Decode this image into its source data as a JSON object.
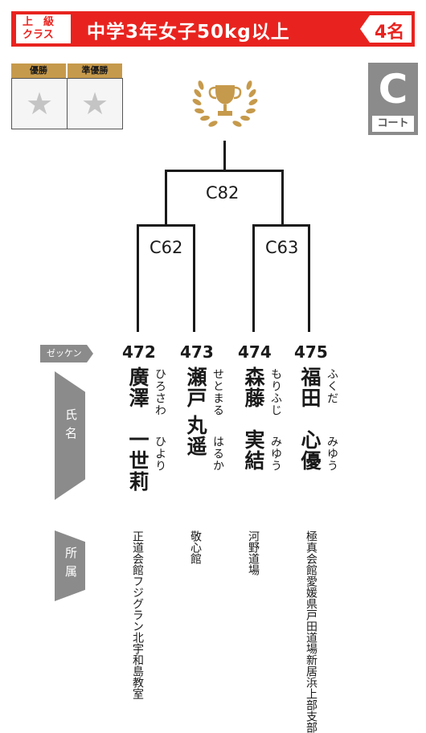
{
  "header": {
    "class_line1": "上　級",
    "class_line2": "クラス",
    "title": "中学3年女子50kg以上",
    "count": "4名"
  },
  "winner_table": {
    "champion_label": "優勝",
    "runner_up_label": "準優勝",
    "champion_mark": "★",
    "runner_up_mark": "★"
  },
  "court": {
    "letter": "C",
    "label": "コート"
  },
  "bracket": {
    "final": "C82",
    "semi_left": "C62",
    "semi_right": "C63"
  },
  "labels": {
    "zekken": "ゼッケン",
    "name": "氏名",
    "affiliation": "所属"
  },
  "players": [
    {
      "number": "472",
      "family": "廣澤",
      "given": "一世莉",
      "family_kana": "ひろさわ",
      "given_kana": "ひより",
      "affiliation": "正道会館フジグラン北宇和島教室"
    },
    {
      "number": "473",
      "family": "瀬戸",
      "given": "丸遥",
      "family_kana": "せとまる",
      "given_kana": "はるか",
      "affiliation": "敬心館"
    },
    {
      "number": "474",
      "family": "森藤",
      "given": "実結",
      "family_kana": "もりふじ",
      "given_kana": "みゆう",
      "affiliation": "河野道場"
    },
    {
      "number": "475",
      "family": "福田",
      "given": "心優",
      "family_kana": "ふくだ",
      "given_kana": "みゆう",
      "affiliation": "極真会館愛媛県戸田道場新居浜上部支部"
    }
  ],
  "colors": {
    "accent_red": "#e8231f",
    "gold": "#c69a4c",
    "gray": "#8b8b8b"
  }
}
